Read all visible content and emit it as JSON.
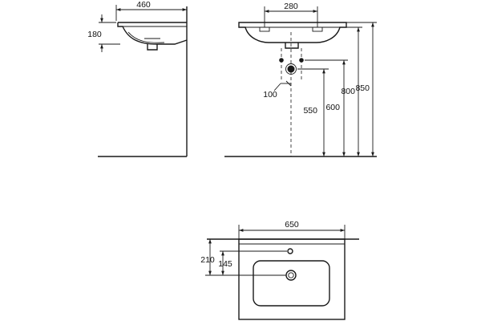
{
  "dimensions": {
    "side_width": "460",
    "side_height": "180",
    "front_faucet_spacing": "280",
    "front_drain_offset": "100",
    "front_drain_height": "550",
    "front_supply_height": "600",
    "front_rim_height": "800",
    "front_total_height": "850",
    "top_width": "650",
    "top_depth_overall": "210",
    "top_depth_drain": "145"
  },
  "colors": {
    "line": "#1a1a1a",
    "background": "#ffffff"
  }
}
